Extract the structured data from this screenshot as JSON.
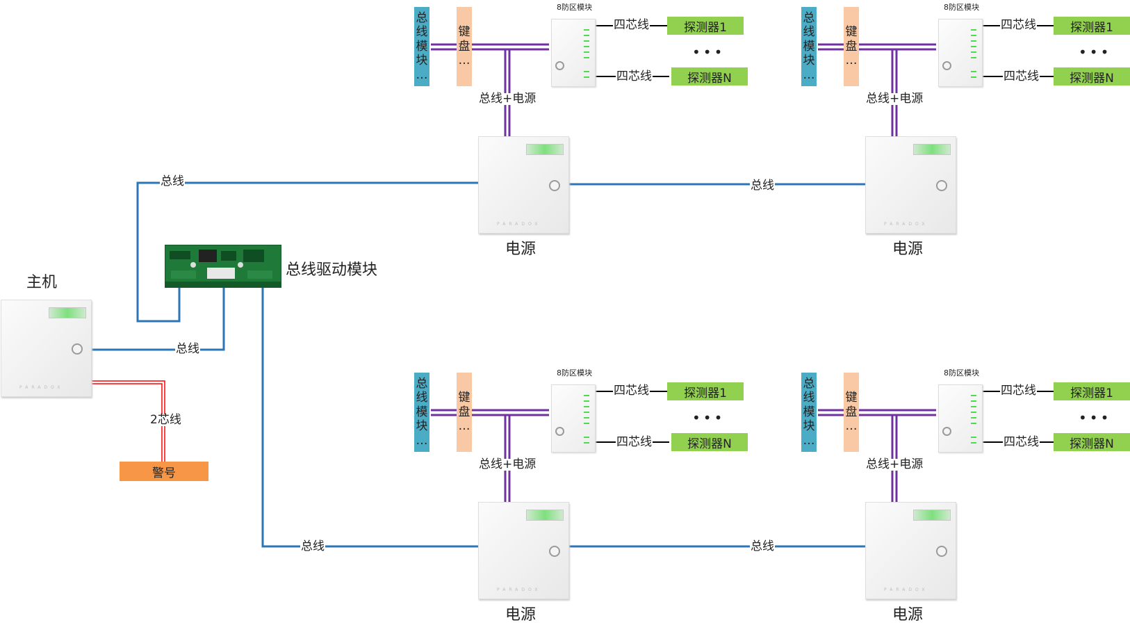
{
  "host": {
    "label": "主机"
  },
  "bus_driver": {
    "label": "总线驱动模块"
  },
  "alarm": {
    "label": "警号"
  },
  "wire_labels": {
    "bus": "总线",
    "two_core": "2芯线",
    "four_core": "四芯线",
    "bus_power": "总线+电源"
  },
  "power_label": "电源",
  "zone_module_label": "8防区模块",
  "bus_module_chars": [
    "总",
    "线",
    "模",
    "块",
    "…"
  ],
  "keypad_chars": [
    "键",
    "盘",
    "…"
  ],
  "detectors": {
    "first": "探测器1",
    "last": "探测器N",
    "ellipsis": "•••"
  },
  "colors": {
    "bus": "#2e75b6",
    "bus_power": "#7030a0",
    "two_core": "#ff0000",
    "four_core": "#000000",
    "detector": "#92d050",
    "alarm": "#f79646",
    "bus_module": "#4bacc6",
    "keypad": "#f8c9a4"
  }
}
